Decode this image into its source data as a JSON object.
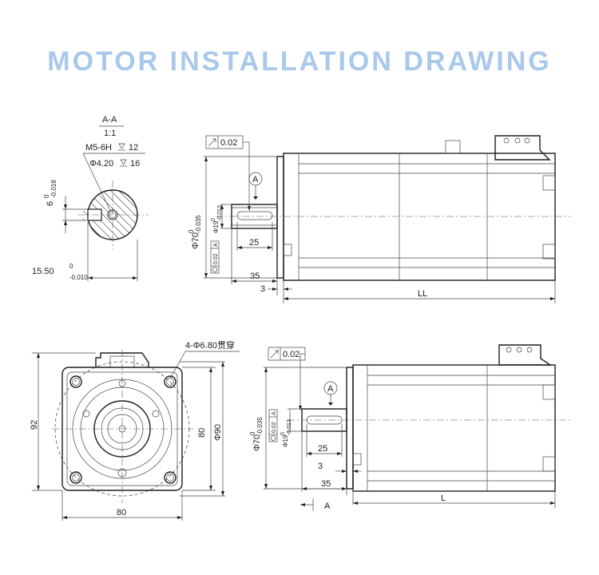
{
  "title": "MOTOR INSTALLATION DRAWING",
  "section": {
    "label": "A-A",
    "scale": "1:1",
    "thread": "M5-6H",
    "thread_depth": "12",
    "hole_dia": "Φ4.20",
    "hole_depth": "16",
    "key_width": "6",
    "key_tol_upper": "0",
    "key_tol_lower": "-0.018",
    "shaft_height": "15.50",
    "height_tol_upper": "0",
    "height_tol_lower": "-0.010"
  },
  "side_view_top": {
    "runout": "0.02",
    "datum": "A",
    "pilot_dia": "Φ70",
    "pilot_tol_upper": "0",
    "pilot_tol_lower": "-0.035",
    "shaft_dia": "Φ19",
    "shaft_tol_upper": "0",
    "shaft_tol_lower": "-0.013",
    "perp": "0.02",
    "perp_datum": "A",
    "keyway_len": "25",
    "shaft_len": "35",
    "flange_thk": "3",
    "body_len": "LL"
  },
  "front_view": {
    "holes": "4-Φ6.80贯穿",
    "height": "92",
    "width": "80",
    "bolt_pitch": "80",
    "circle_dia": "Φ90"
  },
  "side_view_bottom": {
    "runout": "0.02",
    "datum": "A",
    "pilot_dia": "Φ70",
    "pilot_tol_upper": "0",
    "pilot_tol_lower": "-0.035",
    "shaft_dia": "Φ19",
    "shaft_tol_upper": "0",
    "shaft_tol_lower": "-0.013",
    "perp": "0.02",
    "perp_datum": "A",
    "keyway_len": "25",
    "flange_thk": "3",
    "shaft_len": "35",
    "body_len": "L",
    "section_mark": "A"
  }
}
